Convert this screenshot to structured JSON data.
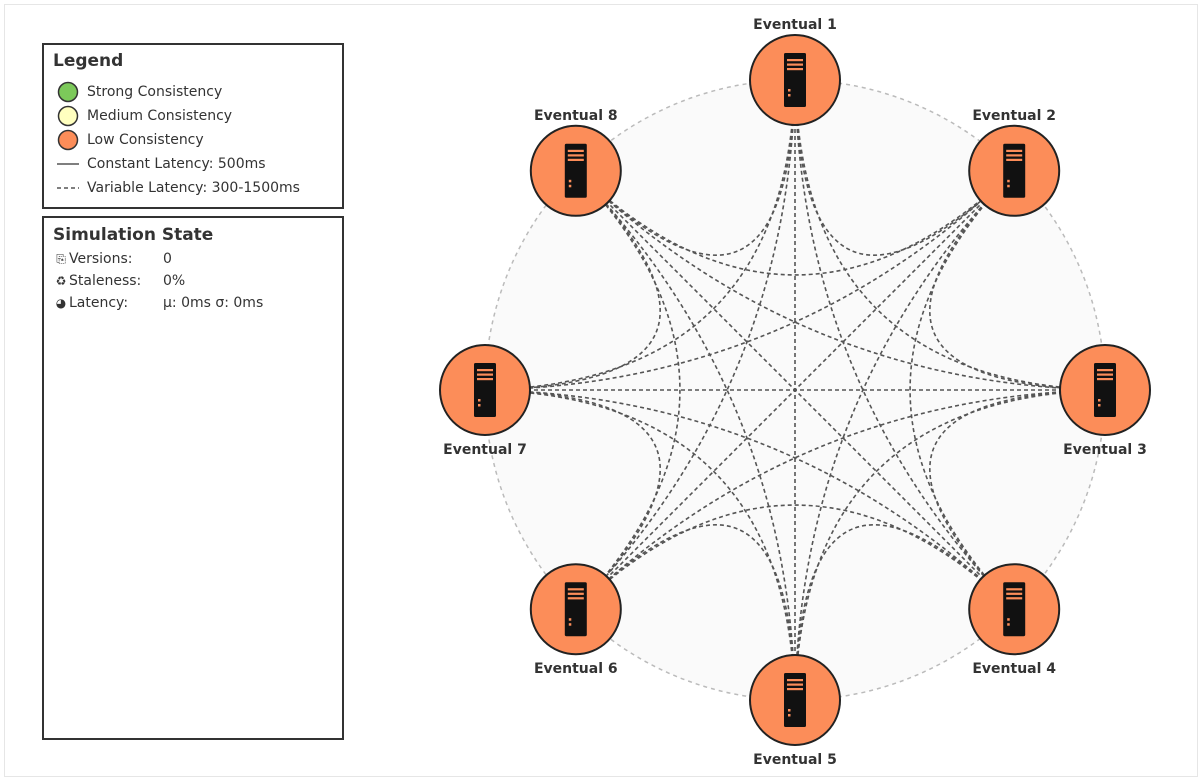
{
  "legend": {
    "title": "Legend",
    "items": [
      {
        "label": "Strong Consistency",
        "type": "circle",
        "color": "#7cc95a"
      },
      {
        "label": "Medium Consistency",
        "type": "circle",
        "color": "#ffffbf"
      },
      {
        "label": "Low Consistency",
        "type": "circle",
        "color": "#fc8d59"
      },
      {
        "label": "Constant Latency: 500ms",
        "type": "solid-line",
        "color": "#555555"
      },
      {
        "label": "Variable Latency: 300-1500ms",
        "type": "dashed-line",
        "color": "#555555"
      }
    ]
  },
  "simulation_state": {
    "title": "Simulation State",
    "rows": [
      {
        "icon": "copy-icon",
        "glyph": "⎘",
        "label": "Versions:",
        "value": "0"
      },
      {
        "icon": "recycle-icon",
        "glyph": "♻",
        "label": "Staleness:",
        "value": "0%"
      },
      {
        "icon": "dashboard-icon",
        "glyph": "◕",
        "label": "Latency:",
        "value": "μ: 0ms σ: 0ms"
      }
    ]
  },
  "graph": {
    "node_color": "#fc8d59",
    "edge_color": "#555555",
    "ring_color": "#bbbbbb",
    "edge_style": "dashed",
    "nodes": [
      {
        "id": 1,
        "label": "Eventual 1",
        "label_pos": "above"
      },
      {
        "id": 2,
        "label": "Eventual 2",
        "label_pos": "above"
      },
      {
        "id": 3,
        "label": "Eventual 3",
        "label_pos": "below"
      },
      {
        "id": 4,
        "label": "Eventual 4",
        "label_pos": "below"
      },
      {
        "id": 5,
        "label": "Eventual 5",
        "label_pos": "below"
      },
      {
        "id": 6,
        "label": "Eventual 6",
        "label_pos": "below"
      },
      {
        "id": 7,
        "label": "Eventual 7",
        "label_pos": "below"
      },
      {
        "id": 8,
        "label": "Eventual 8",
        "label_pos": "above"
      }
    ]
  }
}
